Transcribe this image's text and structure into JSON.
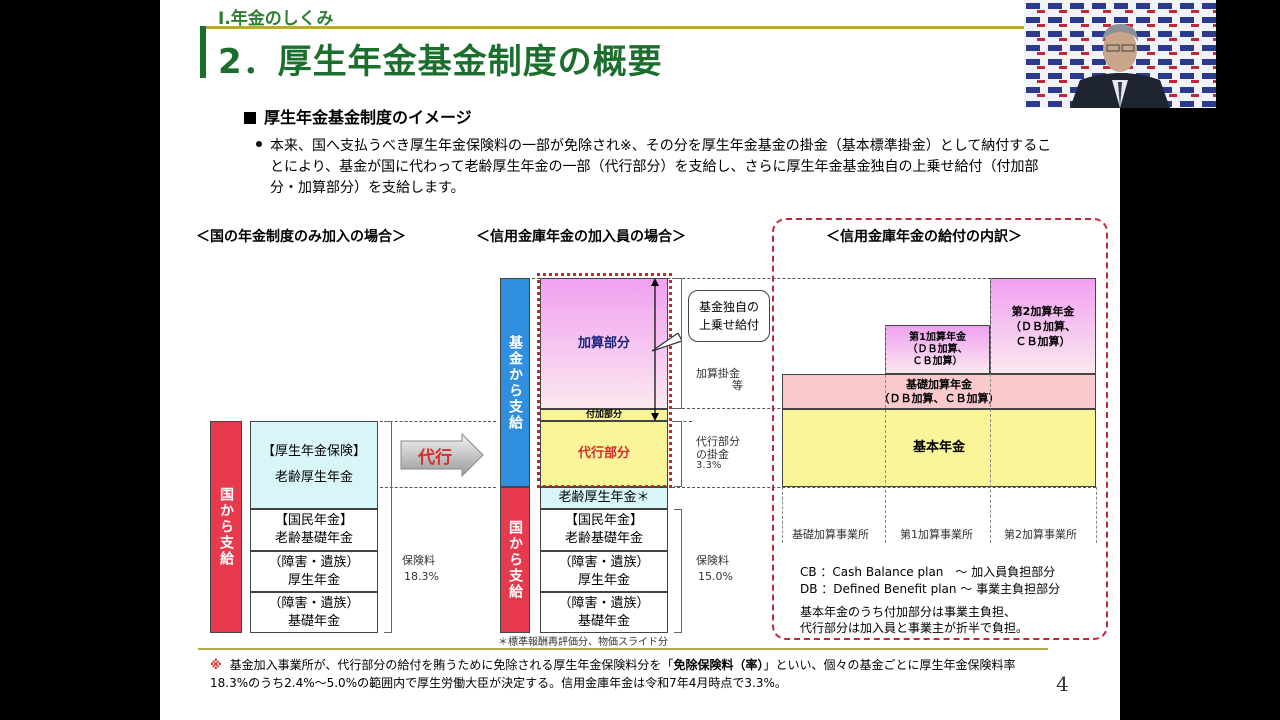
{
  "header": {
    "section": "Ⅰ.年金のしくみ",
    "title": "2．厚生年金基金制度の概要"
  },
  "heading": "厚生年金基金制度のイメージ",
  "bullet": "本来、国へ支払うべき厚生年金保険料の一部が免除され※、その分を厚生年金基金の掛金（基本標準掛金）として納付することにより、基金が国に代わって老齢厚生年金の一部（代行部分）を支給し、さらに厚生年金基金独自の上乗せ給付（付加部分・加算部分）を支給します。",
  "panels": {
    "left_title": "＜国の年金制度のみ加入の場合＞",
    "middle_title": "＜信用金庫年金の加入員の場合＞",
    "right_title": "＜信用金庫年金の給付の内訳＞"
  },
  "left_diagram": {
    "column_label": "国から支給",
    "kousei_header": "【厚生年金保険】",
    "kousei_body": "老齢厚生年金",
    "kokumin_header": "【国民年金】",
    "kokumin_body": "老齢基礎年金",
    "shogai1_a": "（障害・遺族）",
    "shogai1_b": "厚生年金",
    "shogai2_a": "（障害・遺族）",
    "shogai2_b": "基礎年金",
    "premium_label": "保険料",
    "premium_rate": "18.3%"
  },
  "arrow_label": "代行",
  "middle_diagram": {
    "fund_column": "基金から支給",
    "state_column": "国から支給",
    "kasan": "加算部分",
    "fuka": "付加部分",
    "daiko": "代行部分",
    "roureikousei": "老齢厚生年金＊",
    "kokumin_header": "【国民年金】",
    "kokumin_body": "老齢基礎年金",
    "shogai1_a": "（障害・遺族）",
    "shogai1_b": "厚生年金",
    "shogai2_a": "（障害・遺族）",
    "shogai2_b": "基礎年金",
    "callout_a": "基金独自の",
    "callout_b": "上乗せ給付",
    "kasan_kakekin_a": "加算掛金",
    "kasan_kakekin_b": "等",
    "daiko_kakekin_a": "代行部分",
    "daiko_kakekin_b": "の掛金",
    "daiko_rate": "3.3%",
    "premium_label": "保険料",
    "premium_rate": "15.0%",
    "note": "＊標準報酬再評価分、物価スライド分"
  },
  "right_diagram": {
    "second_a": "第2加算年金",
    "second_b": "（ＤＢ加算、",
    "second_c": "ＣＢ加算）",
    "first_a": "第1加算年金",
    "first_b": "（ＤＢ加算、",
    "first_c": "ＣＢ加算）",
    "kiso_a": "基礎加算年金",
    "kiso_b": "（ＤＢ加算、ＣＢ加算）",
    "kihon": "基本年金",
    "col1": "基礎加算事業所",
    "col2": "第1加算事業所",
    "col3": "第2加算事業所",
    "legend_cb": "CB ：Cash Balance plan　～ 加入員負担部分",
    "legend_db": "DB ：Defined Benefit plan ～ 事業主負担部分",
    "note_a": "基本年金のうち付加部分は事業主負担、",
    "note_b": "代行部分は加入員と事業主が折半で負担。"
  },
  "footer": {
    "mark": "※",
    "text_before": "基金加入事業所が、代行部分の給付を賄うために免除される厚生年金保険料分を「",
    "bold": "免除保険料（率）",
    "text_after": "」といい、個々の基金ごとに厚生年金保険料率18.3%のうち2.4%～5.0%の範囲内で厚生労働大臣が決定する。信用金庫年金は令和7年4月時点で3.3%。"
  },
  "page_number": "4",
  "colors": {
    "title_green": "#1b6e2c",
    "red_column": "#e83a4d",
    "blue_column": "#2f8ede",
    "kasan_pink": "#f0a0f0",
    "daiko_yellow": "#fbf59a",
    "kousei_cyan": "#d8f6f8",
    "kiso_pink": "#f9c9cc"
  }
}
